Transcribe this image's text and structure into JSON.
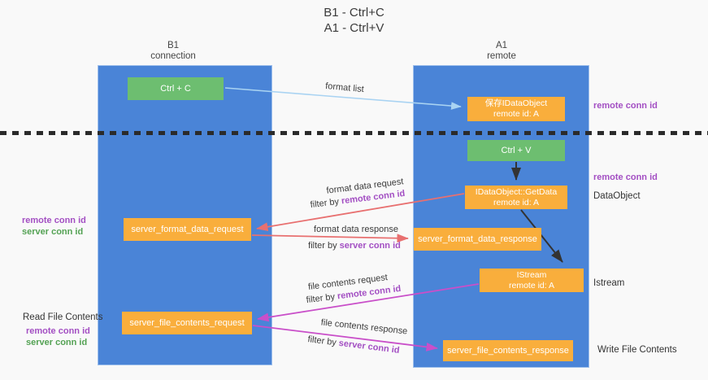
{
  "title": {
    "line1": "B1 - Ctrl+C",
    "line2": "A1 - Ctrl+V"
  },
  "columns": {
    "left": {
      "name": "B1",
      "role": "connection"
    },
    "right": {
      "name": "A1",
      "role": "remote"
    }
  },
  "nodes": {
    "ctrl_c": "Ctrl + C",
    "ctrl_v": "Ctrl + V",
    "save_dataobject_line1": "保存IDataObject",
    "save_dataobject_line2": "remote id: A",
    "getdata_line1": "IDataObject::GetData",
    "getdata_line2": "remote id: A",
    "istream_line1": "IStream",
    "istream_line2": "remote id: A",
    "format_request": "server_format_data_request",
    "format_response": "server_format_data_response",
    "file_request": "server_file_contents_request",
    "file_response": "server_file_contents_response"
  },
  "edge_labels": {
    "format_list": "format list",
    "format_data_request": "format data request",
    "format_data_response": "format data response",
    "file_contents_request": "file contents request",
    "file_contents_response": "file contents response",
    "filter_by": "filter by ",
    "remote_conn_id": "remote conn id",
    "server_conn_id": "server conn id"
  },
  "side_labels": {
    "remote_conn_id_top_right": "remote conn id",
    "remote_conn_id_mid_right": "remote conn id",
    "dataobject": "DataObject",
    "istream": "Istream",
    "write_file_contents": "Write File Contents",
    "read_file_contents": "Read File Contents",
    "remote_conn_id_left_top": "remote conn id",
    "server_conn_id_left_top": "server conn id",
    "remote_conn_id_left_bottom": "remote conn id",
    "server_conn_id_left_bottom": "server conn id"
  },
  "colors": {
    "column_blue": "#4a84d7",
    "box_green": "#6dbe70",
    "box_orange": "#f9ae3c",
    "arrow_red": "#e87070",
    "arrow_magenta": "#c94fc9",
    "arrow_lightblue": "#a9d3f2",
    "arrow_black": "#333333",
    "text_purple": "#a34fc3",
    "text_green": "#54a254"
  }
}
